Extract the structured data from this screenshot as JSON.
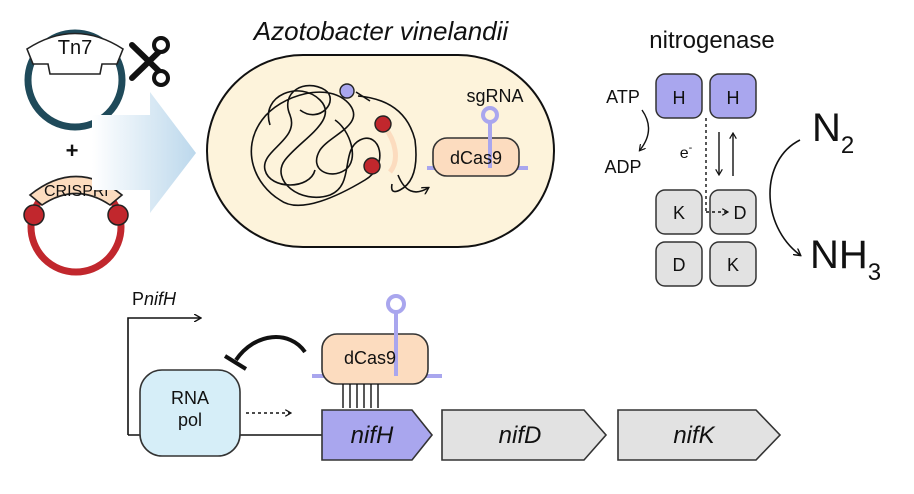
{
  "plasmids": {
    "tn7_label": "Tn7",
    "plus": "+",
    "crispri_label": "CRISPRi"
  },
  "cell": {
    "organism": "Azotobacter vinelandii",
    "sgrna_label": "sgRNA",
    "dcas9_label": "dCas9"
  },
  "nitrogenase": {
    "title": "nitrogenase",
    "atp": "ATP",
    "adp": "ADP",
    "electron": "e",
    "electron_sup": "-",
    "h1": "H",
    "h2": "H",
    "k1": "K",
    "d1": "D",
    "d2": "D",
    "k2": "K",
    "n2_base": "N",
    "n2_sub": "2",
    "nh3_base": "NH",
    "nh3_sub": "3"
  },
  "operon": {
    "promoter_prefix": "P",
    "promoter_gene": "nifH",
    "rna_pol_line1": "RNA",
    "rna_pol_line2": "pol",
    "dcas9_label": "dCas9",
    "genes": [
      "nifH",
      "nifD",
      "nifK"
    ]
  },
  "colors": {
    "purple": "#a9a6ee",
    "orange": "#fcdcbf",
    "cell_fill": "#fdf3db",
    "plasmid_teal": "#1f4a5a",
    "plasmid_red": "#c1272d",
    "gray_box": "#e2e2e2",
    "rnapol_fill": "#d6eef8"
  }
}
